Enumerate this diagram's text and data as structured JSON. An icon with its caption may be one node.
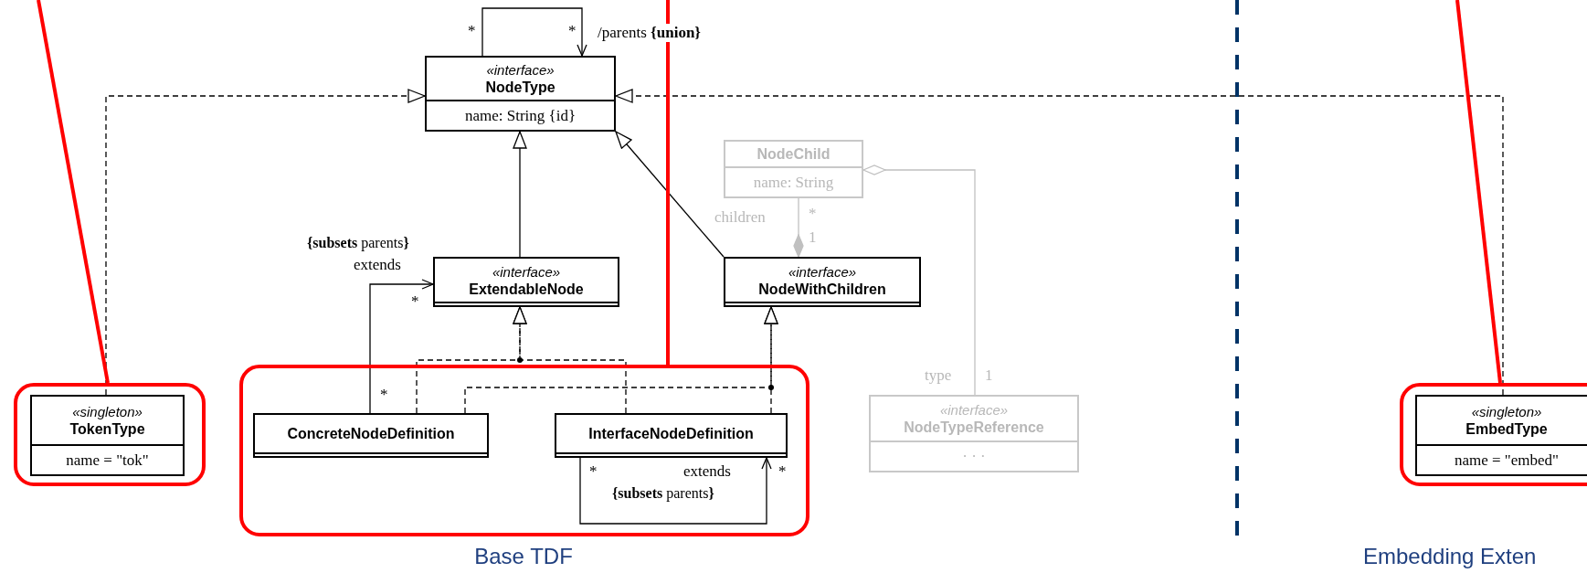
{
  "diagram": {
    "nodes": [
      {
        "text": [
          "«interface»",
          "NodeType",
          "name: String {id}"
        ]
      },
      {
        "text": [],
        "shape": "box"
      },
      {
        "text": [
          "«singleton»",
          "TokenType",
          "name = \"tok\""
        ],
        "in": 1
      },
      {
        "text": [
          "«interface»",
          "ExtendableNode"
        ]
      },
      {
        "text": [
          "NodeChild",
          "name: String"
        ]
      },
      {
        "text": [
          "«interface»",
          "NodeWithChildren"
        ]
      },
      {
        "text": [],
        "shape": "box"
      },
      {
        "text": [
          "ConcreteNodeDefinition"
        ],
        "in": 6
      },
      {
        "text": [
          "InterfaceNodeDefinition"
        ],
        "in": 6
      },
      {
        "text": [
          "«interface»",
          "NodeTypeReference",
          "· · ·"
        ]
      },
      {
        "text": [],
        "shape": "box"
      },
      {
        "text": [
          "«singleton»",
          "EmbedType",
          "name = \"embed\""
        ],
        "in": 10
      }
    ],
    "edges": [
      {
        "from": 0,
        "to": 0,
        "arrow": "to",
        "label": "/parents **{union}**"
      },
      {
        "from": 2,
        "to": 0,
        "arrow": "to",
        "style": "dashed"
      },
      {
        "from": 11,
        "to": 0,
        "arrow": "to",
        "style": "dashed"
      },
      {
        "from": 3,
        "to": 0,
        "arrow": "to"
      },
      {
        "from": 5,
        "to": 0,
        "arrow": "to"
      },
      {
        "from": 7,
        "to": 3,
        "arrow": "to",
        "style": "dashed"
      },
      {
        "from": 8,
        "to": 3,
        "arrow": "to",
        "style": "dashed"
      },
      {
        "from": 7,
        "to": 5,
        "arrow": "to",
        "style": "dashed"
      },
      {
        "from": 8,
        "to": 5,
        "arrow": "to",
        "style": "dashed"
      },
      {
        "from": 7,
        "to": 3,
        "arrow": "to",
        "label": "extends"
      },
      {
        "from": 8,
        "to": 8,
        "arrow": "to",
        "label": "extends"
      },
      {
        "from": 4,
        "to": 5,
        "arrow": "other",
        "label": "children",
        "color": "#c0c0c0"
      },
      {
        "from": 9,
        "to": 4,
        "arrow": "other",
        "label": "type",
        "color": "#c0c0c0"
      },
      {
        "from": null,
        "to": 1,
        "arrow": "none",
        "style": "thick",
        "color": "#ff0000"
      },
      {
        "from": null,
        "to": 6,
        "arrow": "none",
        "style": "thick",
        "color": "#ff0000"
      },
      {
        "from": null,
        "to": 10,
        "arrow": "none",
        "style": "thick",
        "color": "#ff0000"
      }
    ],
    "labels": [
      "*",
      "*",
      "**{subsets** parents**}**",
      "*",
      "*",
      "*",
      "*",
      "**{subsets** parents**}**",
      "*",
      "1",
      "1",
      "Base TDF",
      "Embedding Exten"
    ]
  }
}
